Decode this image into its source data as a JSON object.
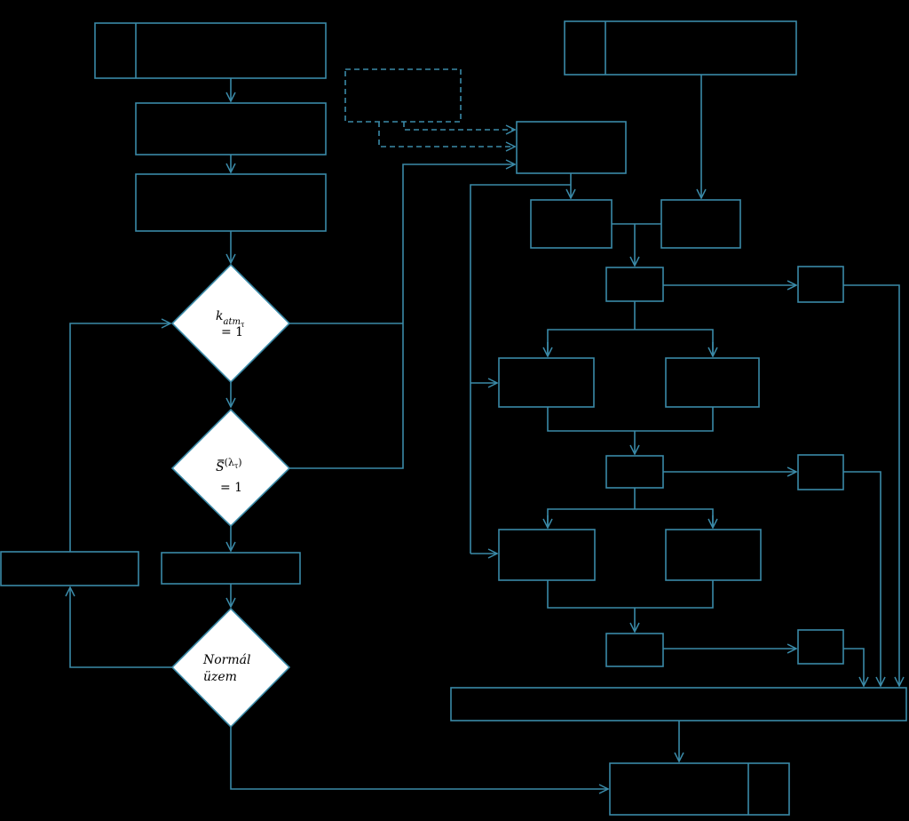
{
  "colors": {
    "background": "#000000",
    "stroke": "#3a8aa8",
    "diamond_fill": "#ffffff",
    "text": "#000000"
  },
  "decisions": {
    "katm": {
      "symbol": "k",
      "sub1": "atm",
      "sub2": "τ",
      "eq": "= 1"
    },
    "spectral": {
      "symbol": "S̿",
      "arg": "(λ",
      "argsub": "τ",
      "argclose": ")",
      "eq": "= 1"
    },
    "normal": {
      "line1": "Normál",
      "line2": "üzem"
    }
  }
}
